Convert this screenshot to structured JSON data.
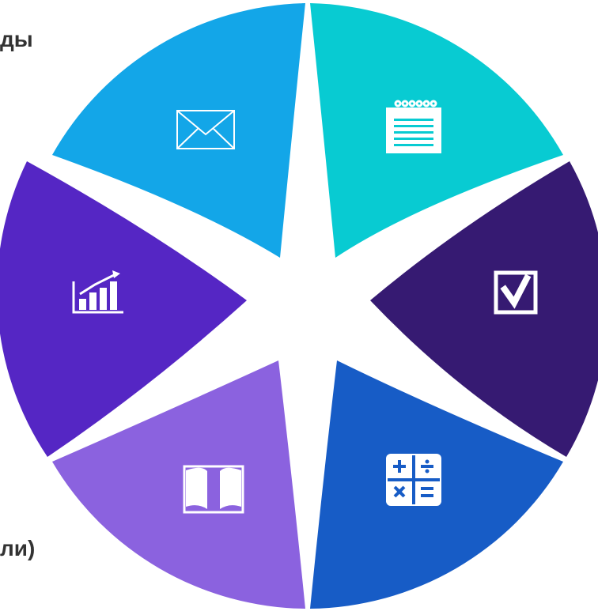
{
  "partial_text_top": "ды",
  "partial_text_bottom": "ли)",
  "segments": [
    {
      "name": "mail",
      "color": "#13a6e8",
      "icon": "envelope-icon"
    },
    {
      "name": "notes",
      "color": "#08cbd2",
      "icon": "notepad-icon"
    },
    {
      "name": "checkbox",
      "color": "#361a72",
      "icon": "checkbox-icon"
    },
    {
      "name": "calculator",
      "color": "#175cc6",
      "icon": "calculator-icon"
    },
    {
      "name": "book",
      "color": "#8b62df",
      "icon": "book-icon"
    },
    {
      "name": "chart",
      "color": "#5526c4",
      "icon": "bar-chart-icon"
    }
  ]
}
